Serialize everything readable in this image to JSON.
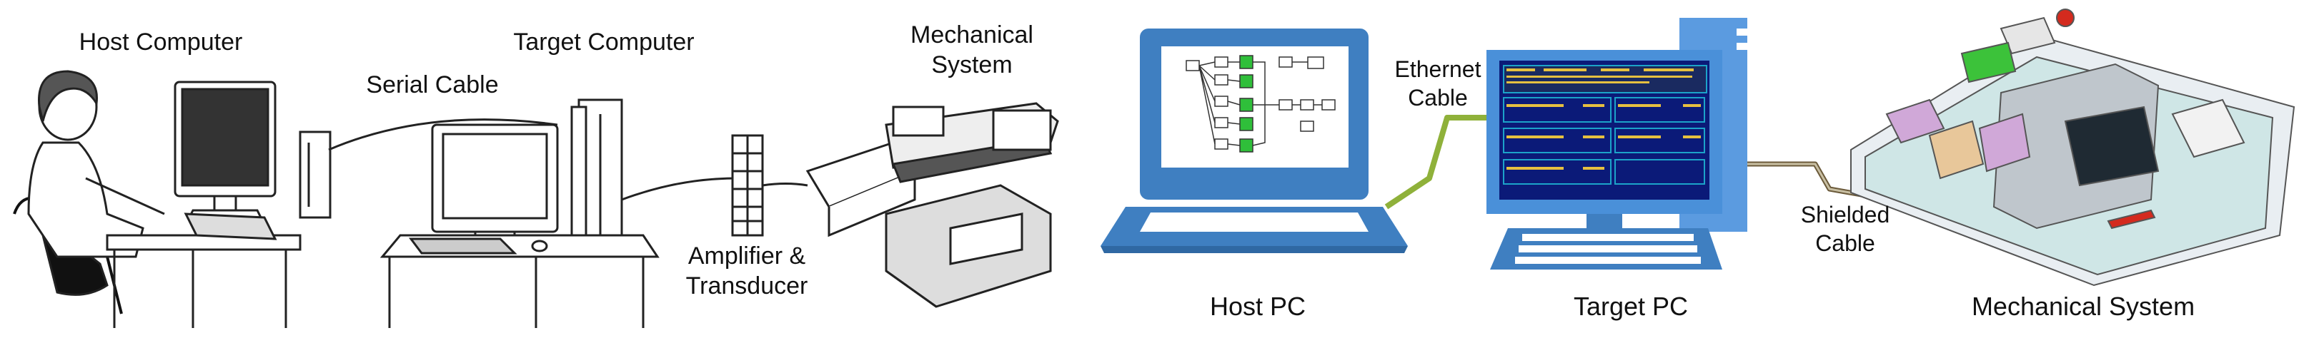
{
  "left_diagram": {
    "host_computer_label": "Host Computer",
    "target_computer_label": "Target Computer",
    "serial_cable_label": "Serial Cable",
    "mechanical_system_label_line1": "Mechanical",
    "mechanical_system_label_line2": "System",
    "amplifier_label_line1": "Amplifier &",
    "amplifier_label_line2": "Transducer"
  },
  "right_diagram": {
    "host_pc_label": "Host  PC",
    "ethernet_cable_label_line1": "Ethernet",
    "ethernet_cable_label_line2": "Cable",
    "target_pc_label": "Target  PC",
    "shielded_cable_label_line1": "Shielded",
    "shielded_cable_label_line2": "Cable",
    "mechanical_system_label": "Mechanical System"
  },
  "colors": {
    "laptop_blue": "#3f7fc1",
    "monitor_blue": "#4a90d9",
    "screen_navy": "#0b1a78",
    "ethernet_cable": "#8fb13a",
    "shielded_cable": "#6b5a3a",
    "block_green": "#2fbf3a"
  }
}
